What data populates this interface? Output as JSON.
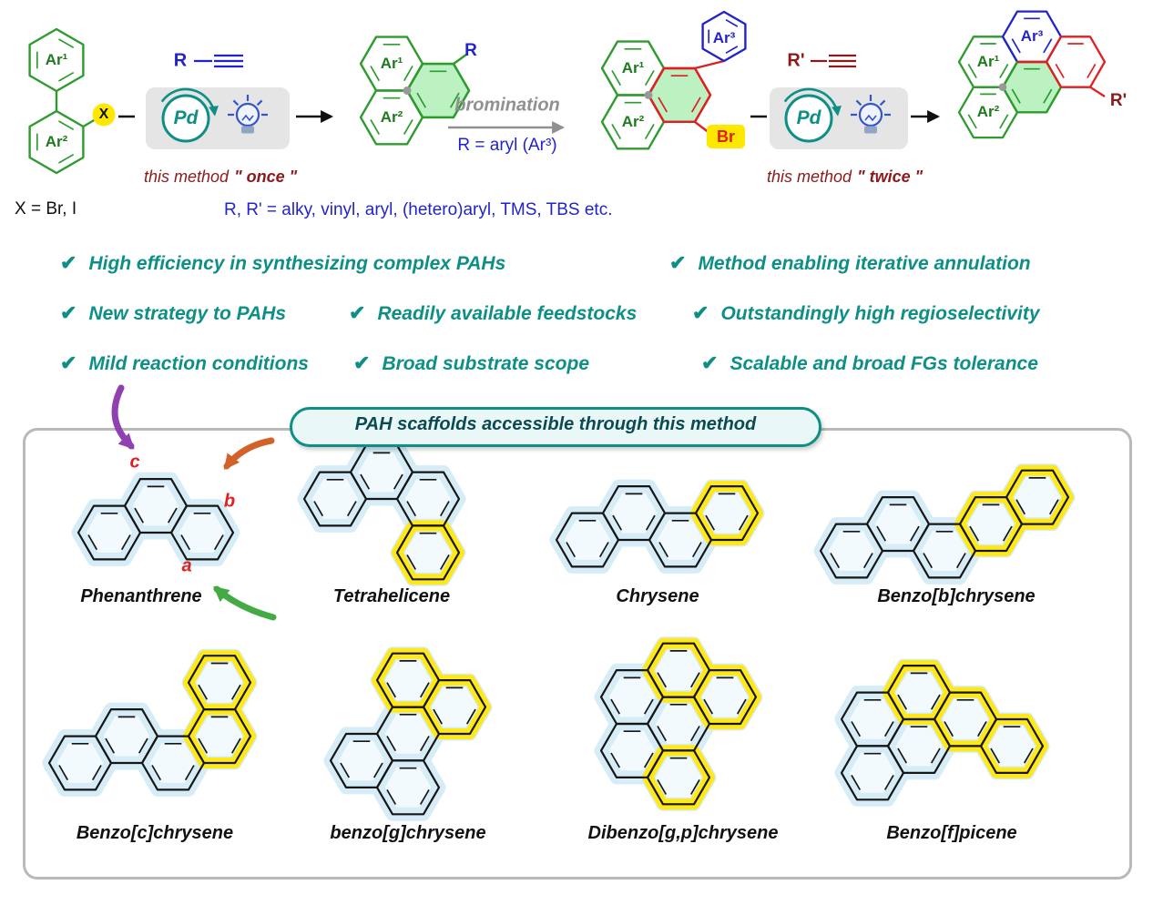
{
  "colors": {
    "green": "#2e9b2e",
    "blue": "#2323cc",
    "dark_red": "#8b1a1a",
    "teal": "#0d8f86",
    "red": "#e02020",
    "yellow_highlight": "#ffe800",
    "gray": "#909090",
    "glow_blue": "#d6ecf6"
  },
  "icons": {
    "checkmark": "✔"
  },
  "scheme": {
    "ar1": "Ar¹",
    "ar2": "Ar²",
    "ar3": "Ar³",
    "x": "X",
    "pd": "Pd",
    "alkyne1_r": "R",
    "alkyne2_r": "R'",
    "product1_r": "R",
    "product3_r": "R'",
    "br": "Br",
    "method_label": "this method",
    "once": "\" once \"",
    "twice": "\" twice \"",
    "bromination": "bromination",
    "r_aryl": "R = aryl (Ar³)",
    "x_def": "X = Br, I",
    "r_def": "R, R' = alky, vinyl, aryl, (hetero)aryl, TMS, TBS etc."
  },
  "features": {
    "items": [
      "High efficiency in synthesizing complex PAHs",
      "Method enabling iterative annulation",
      "New strategy to PAHs",
      "Readily available feedstocks",
      "Outstandingly high regioselectivity",
      "Mild reaction conditions",
      "Broad substrate scope",
      "Scalable and broad FGs tolerance"
    ]
  },
  "scaffolds": {
    "title": "PAH scaffolds accessible through this method",
    "names": [
      "Phenanthrene",
      "Tetrahelicene",
      "Chrysene",
      "Benzo[b]chrysene",
      "Benzo[c]chrysene",
      "benzo[g]chrysene",
      "Dibenzo[g,p]chrysene",
      "Benzo[f]picene"
    ],
    "bond_labels": {
      "a": "a",
      "b": "b",
      "c": "c"
    }
  }
}
